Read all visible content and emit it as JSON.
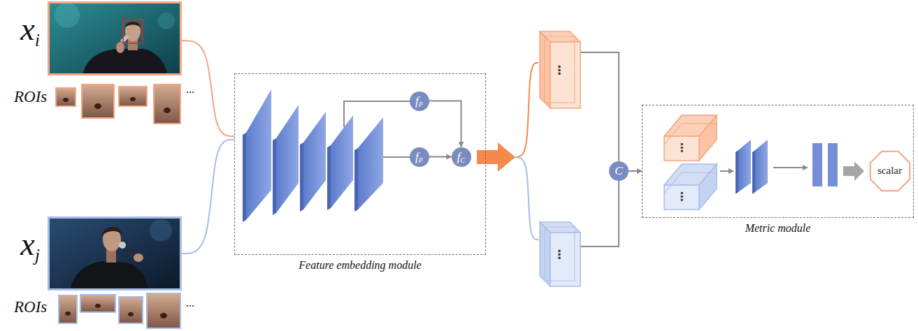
{
  "diagram": {
    "nodes": [
      {
        "text": [
          "x",
          "i"
        ]
      },
      {
        "text": [
          "x",
          "j"
        ]
      },
      {
        "text": [
          "Feature embedding module"
        ]
      },
      {
        "text": [
          "f",
          "P"
        ],
        "in": 2
      },
      {
        "text": [
          "f",
          "P"
        ],
        "in": 2
      },
      {
        "text": [
          "f",
          "C"
        ],
        "in": 2
      },
      {
        "text": [
          "⋮"
        ]
      },
      {
        "text": [
          "⋮"
        ]
      },
      {
        "text": [
          "C"
        ]
      },
      {
        "text": [
          "Metric module"
        ]
      },
      {
        "text": [
          "scalar"
        ],
        "in": 9
      }
    ],
    "edges": [
      {
        "from": 0,
        "to": 2,
        "arrow": "none"
      },
      {
        "from": 1,
        "to": 2,
        "arrow": "none"
      },
      {
        "from": 2,
        "to": 6,
        "arrow": "none"
      },
      {
        "from": 2,
        "to": 7,
        "arrow": "none"
      },
      {
        "from": 6,
        "to": 8,
        "arrow": "none"
      },
      {
        "from": 7,
        "to": 8,
        "arrow": "none"
      },
      {
        "from": 8,
        "to": 9,
        "arrow": "to"
      },
      {
        "from": 3,
        "to": 5,
        "arrow": "to"
      },
      {
        "from": 4,
        "to": 5,
        "arrow": "to"
      }
    ],
    "labels": [
      "ROIs",
      "...",
      "ROIs",
      "...",
      "⋮",
      "⋮"
    ]
  }
}
